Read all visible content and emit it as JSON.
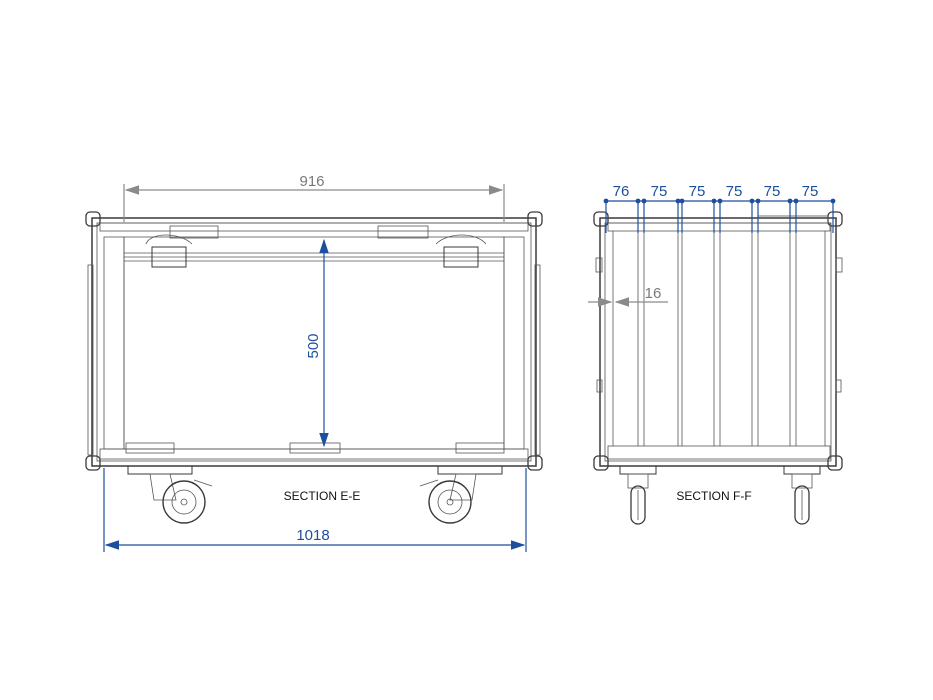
{
  "colors": {
    "dimension_blue": "#1e4f9c",
    "dimension_grey": "#8a8a8a",
    "outline": "#3a3a3a"
  },
  "labels": {
    "section_ee": "SECTION E-E",
    "section_ff": "SECTION F-F"
  },
  "dimensions": {
    "inner_width": "916",
    "outer_width": "1018",
    "inner_height": "500",
    "wall": "16",
    "pitch": [
      "76",
      "75",
      "75",
      "75",
      "75",
      "75"
    ]
  }
}
